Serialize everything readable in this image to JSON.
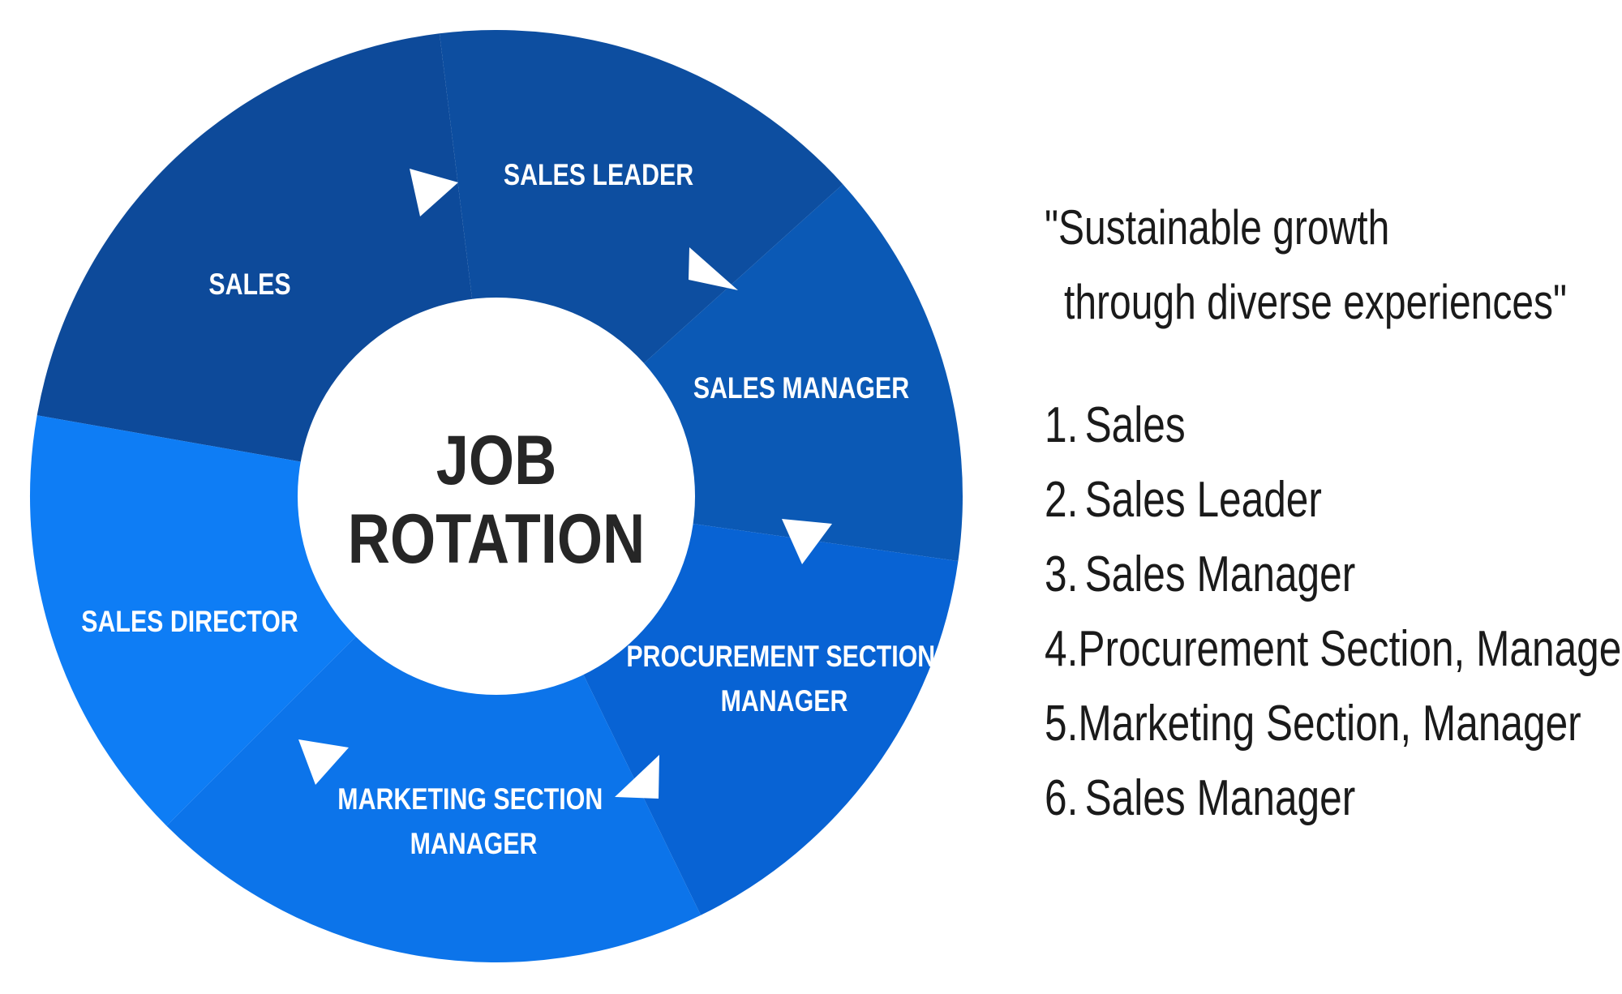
{
  "diagram": {
    "center_title": [
      "JOB",
      "ROTATION"
    ],
    "segments": [
      {
        "id": "sales",
        "label_lines": [
          "SALES"
        ],
        "color": "#0d4a9a"
      },
      {
        "id": "sales-leader",
        "label_lines": [
          "SALES LEADER"
        ],
        "color": "#0d4ea0"
      },
      {
        "id": "sales-manager",
        "label_lines": [
          "SALES MANAGER"
        ],
        "color": "#0b59b5"
      },
      {
        "id": "procurement-section-manager",
        "label_lines": [
          "PROCUREMENT SECTION",
          "MANAGER"
        ],
        "color": "#0863d4"
      },
      {
        "id": "marketing-section-manager",
        "label_lines": [
          "MARKETING SECTION",
          "MANAGER"
        ],
        "color": "#0c74ea"
      },
      {
        "id": "sales-director",
        "label_lines": [
          "SALES DIRECTOR"
        ],
        "color": "#0e7df5"
      }
    ],
    "arrow_color": "#ffffff",
    "center_color": "#ffffff"
  },
  "quote": {
    "line1": "\"Sustainable growth",
    "line2": "through diverse experiences\""
  },
  "steps": [
    {
      "num": "1.",
      "text": "Sales"
    },
    {
      "num": "2.",
      "text": "Sales Leader"
    },
    {
      "num": "3.",
      "text": "Sales Manager"
    },
    {
      "num": "4.",
      "text": "Procurement Section, Manager"
    },
    {
      "num": "5.",
      "text": "Marketing Section, Manager"
    },
    {
      "num": "6.",
      "text": "Sales Manager"
    }
  ]
}
